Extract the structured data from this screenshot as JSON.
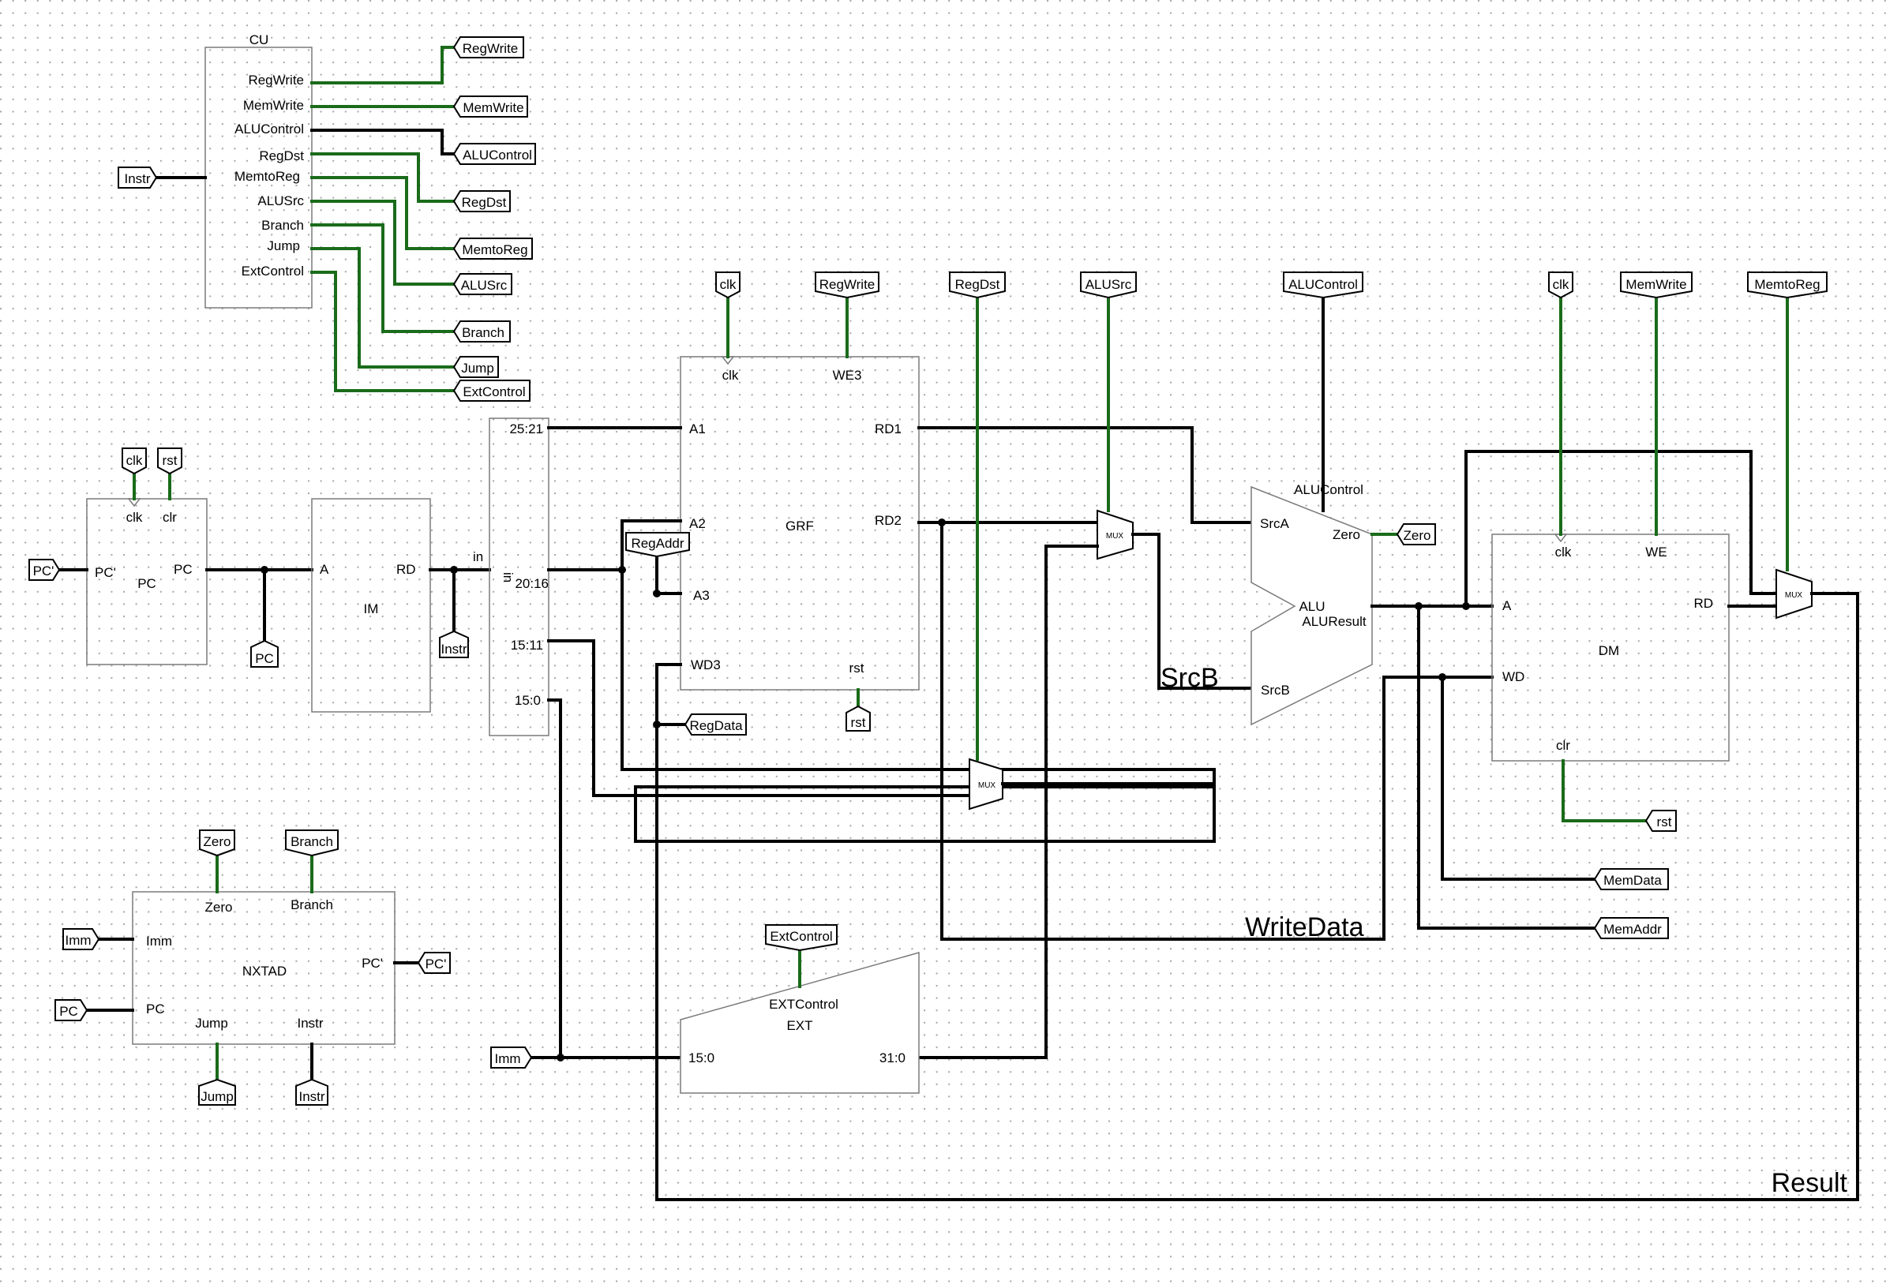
{
  "components": {
    "cu": {
      "title": "CU",
      "ports": [
        "RegWrite",
        "MemWrite",
        "ALUControl",
        "RegDst",
        "MemtoReg",
        "ALUSrc",
        "Branch",
        "Jump",
        "ExtControl"
      ]
    },
    "pc": {
      "ports": {
        "clk": "clk",
        "clr": "clr",
        "pc_in": "PC'",
        "pc_out": "PC",
        "name": "PC"
      }
    },
    "im": {
      "name": "IM",
      "a": "A",
      "rd": "RD"
    },
    "splitter": {
      "rotated_label": "in",
      "in_label": "in",
      "fields": [
        "25:21",
        "20:16",
        "15:11",
        "15:0"
      ]
    },
    "grf": {
      "name": "GRF",
      "ports": {
        "clk": "clk",
        "we3": "WE3",
        "a1": "A1",
        "a2": "A2",
        "a3": "A3",
        "wd3": "WD3",
        "rst": "rst",
        "rd1": "RD1",
        "rd2": "RD2"
      }
    },
    "alu": {
      "name": "ALU",
      "alucontrol": "ALUControl",
      "srca": "SrcA",
      "srcb": "SrcB",
      "zero": "Zero",
      "aluresult": "ALUResult"
    },
    "dm": {
      "name": "DM",
      "clk": "clk",
      "we": "WE",
      "a": "A",
      "wd": "WD",
      "rd": "RD",
      "clr": "clr"
    },
    "nxtad": {
      "name": "NXTAD",
      "zero": "Zero",
      "branch": "Branch",
      "imm": "Imm",
      "pc": "PC",
      "pc_out": "PC'",
      "jump": "Jump",
      "instr": "Instr"
    },
    "ext": {
      "name": "EXT",
      "control": "EXTControl",
      "in": "15:0",
      "out": "31:0"
    },
    "mux_label": "MUX"
  },
  "tunnels": {
    "cu_out": [
      "RegWrite",
      "MemWrite",
      "ALUControl",
      "RegDst",
      "MemtoReg",
      "ALUSrc",
      "Branch",
      "Jump",
      "ExtControl"
    ],
    "cu_in": "Instr",
    "pc_clk": "clk",
    "pc_rst": "rst",
    "pc_in": "PC'",
    "pc_out": "PC",
    "im_instr": "Instr",
    "grf_clk": "clk",
    "grf_regwrite": "RegWrite",
    "grf_rst": "rst",
    "regaddr": "RegAddr",
    "regdata": "RegData",
    "regdst": "RegDst",
    "alusrc": "ALUSrc",
    "alucontrol": "ALUControl",
    "zero": "Zero",
    "dm_clk": "clk",
    "dm_memwrite": "MemWrite",
    "memtoreg": "MemtoReg",
    "dm_rst": "rst",
    "memdata": "MemData",
    "memaddr": "MemAddr",
    "extcontrol": "ExtControl",
    "imm": "Imm",
    "nx_zero": "Zero",
    "nx_branch": "Branch",
    "nx_imm": "Imm",
    "nx_pc": "PC",
    "nx_pcout": "PC'",
    "nx_jump": "Jump",
    "nx_instr": "Instr"
  },
  "wire_labels": {
    "srcb": "SrcB",
    "writedata": "WriteData",
    "result": "Result"
  },
  "colors": {
    "wire": "#000000",
    "signal_wire": "#1a6b1a",
    "component_border": "#7a7a7a",
    "grid_dot": "#a8a8a8"
  }
}
